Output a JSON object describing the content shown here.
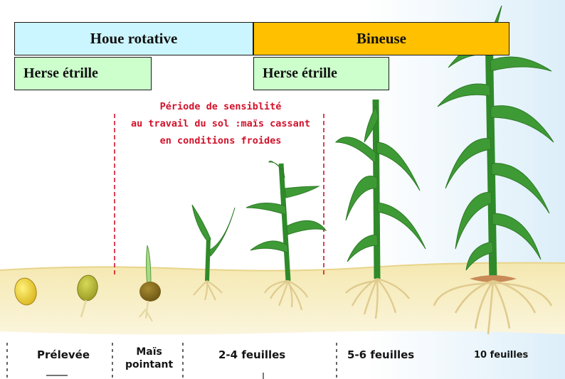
{
  "bands": {
    "houe_rotative": "Houe rotative",
    "bineuse": "Bineuse",
    "herse_etrille_1": "Herse étrille",
    "herse_etrille_2": "Herse étrille"
  },
  "sensitivity": {
    "line1": "Période de sensiblité",
    "line2": "au travail du sol :maïs cassant",
    "line3": "en conditions froides"
  },
  "stages": {
    "s1": "Prélevée",
    "s2_line1": "Maïs",
    "s2_line2": "pointant",
    "s3": "2-4 feuilles",
    "s4": "5-6 feuilles",
    "s5": "10 feuilles"
  },
  "colors": {
    "houe_fill": "#ccf6ff",
    "bineuse_fill": "#ffc000",
    "herse_fill": "#ccffcc",
    "sensitivity_text": "#d2122a",
    "soil": "#f2e6ad",
    "plant_green": "#3e9a35",
    "root": "#ead9a0"
  }
}
